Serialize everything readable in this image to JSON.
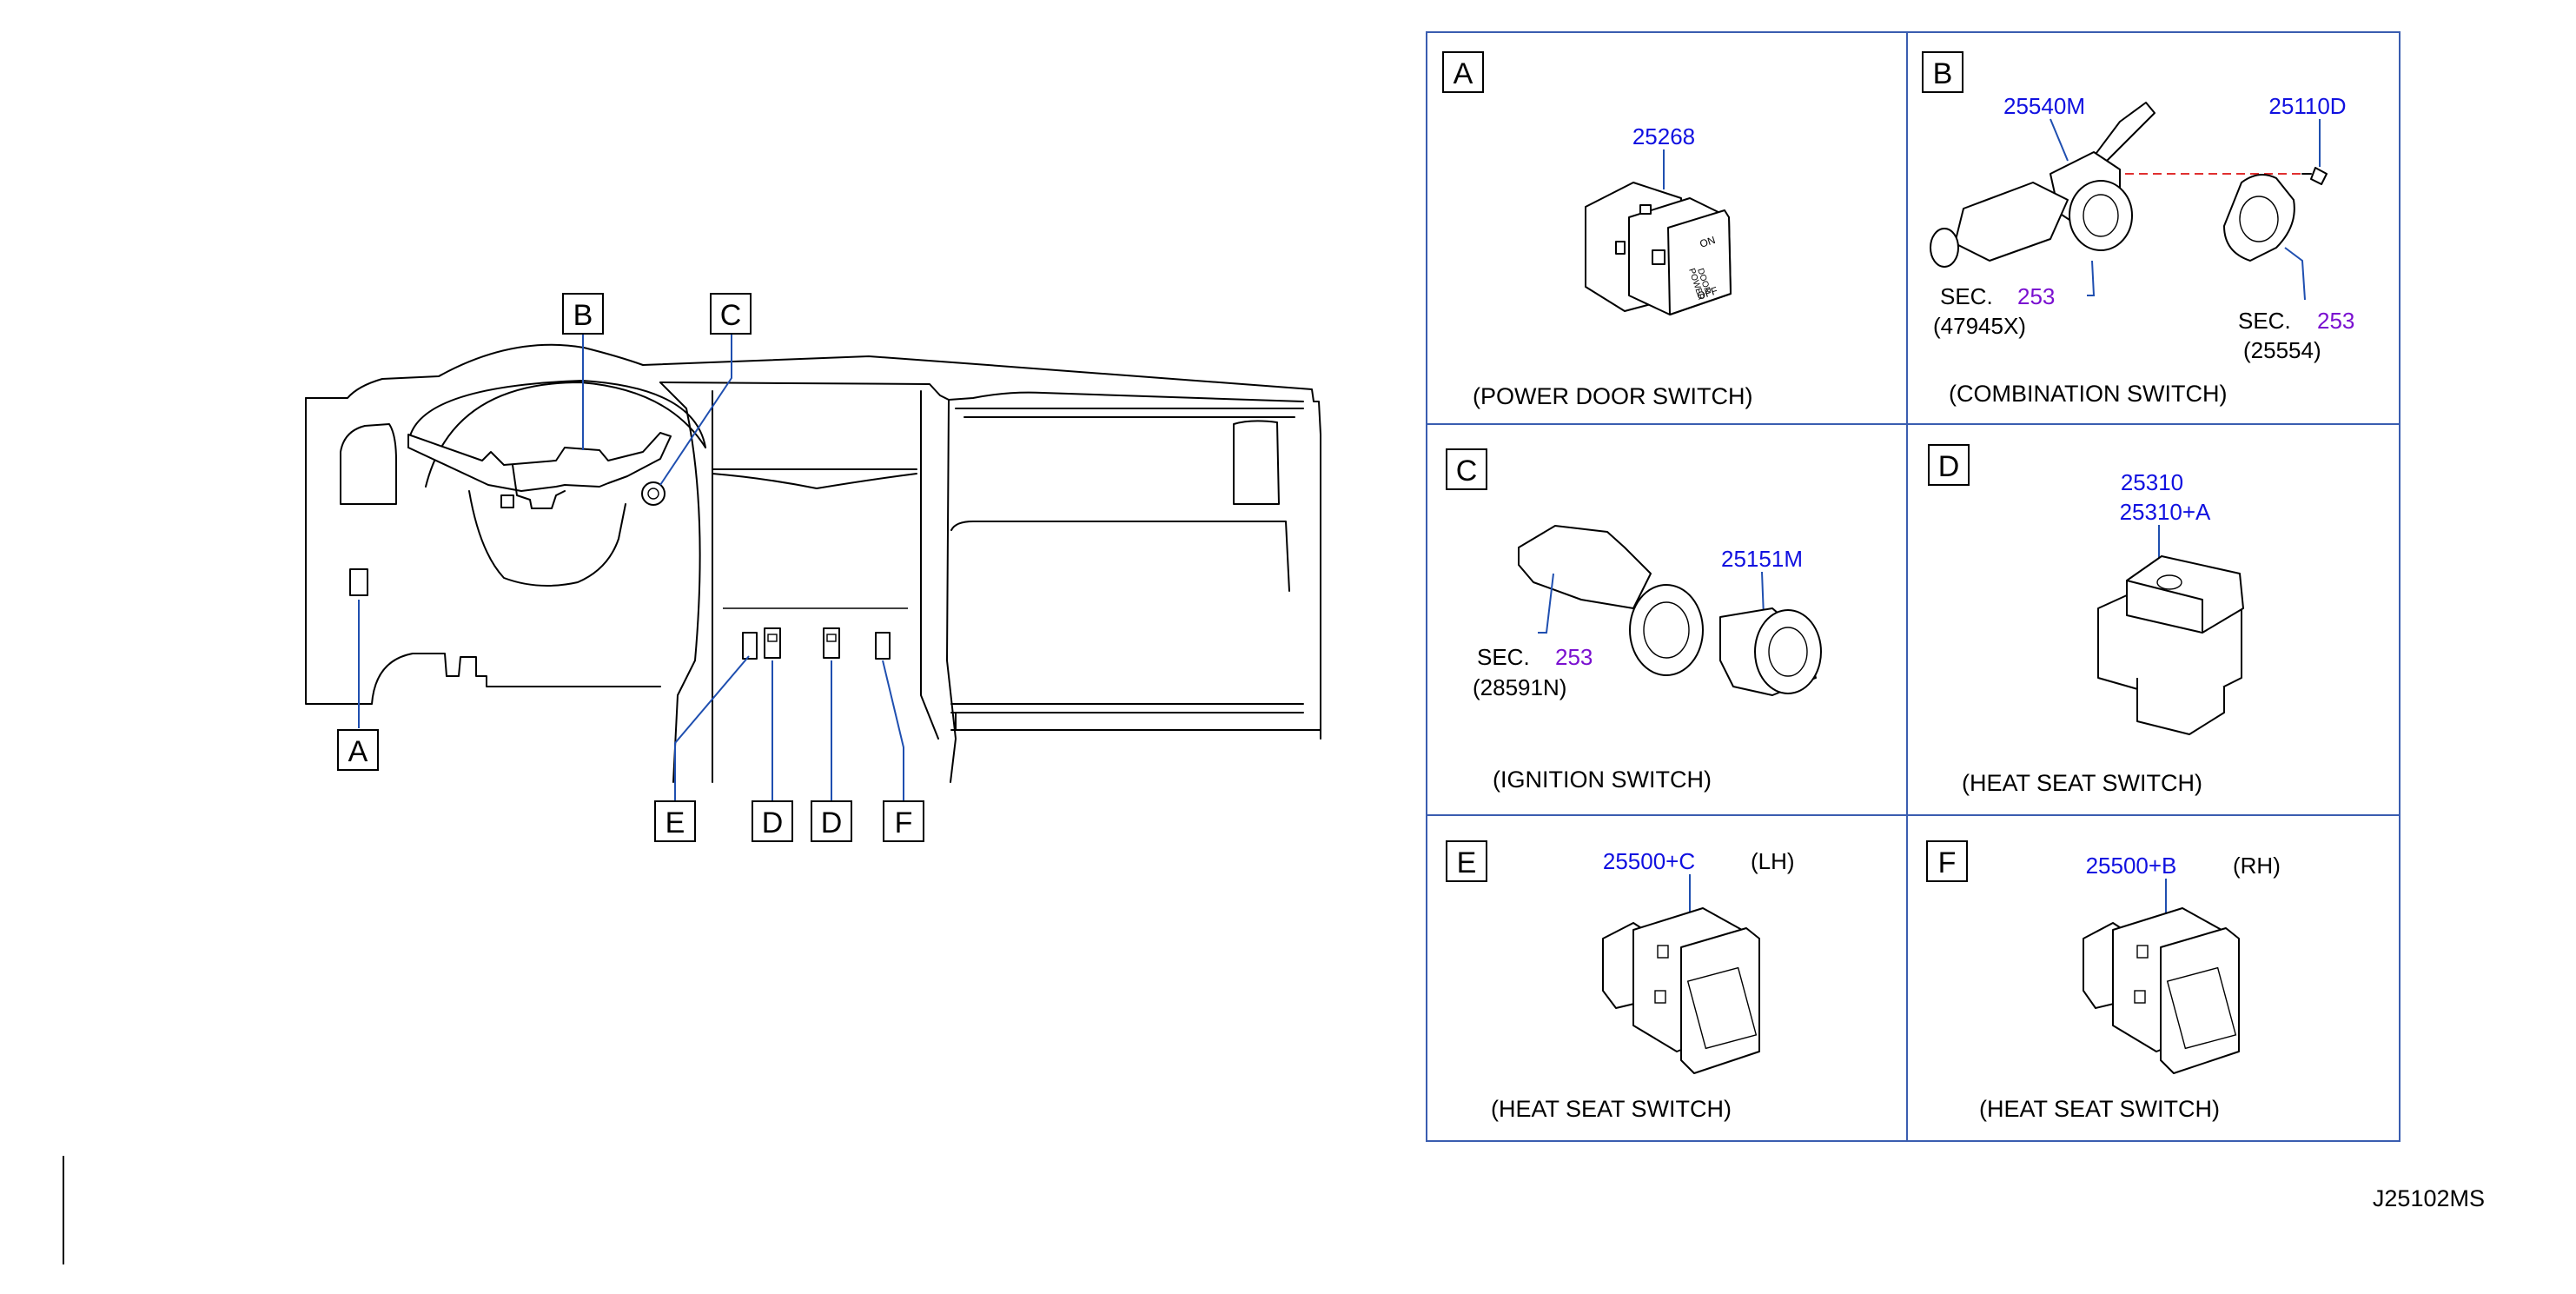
{
  "overview": {
    "callouts": [
      "A",
      "B",
      "C",
      "D",
      "D",
      "E",
      "F"
    ]
  },
  "panels": {
    "A": {
      "letter": "A",
      "part_numbers": [
        "25268"
      ],
      "caption": "(POWER   DOOR   SWITCH)",
      "switch_text": [
        "ON",
        "POWER",
        "DOOR",
        "OFF"
      ]
    },
    "B": {
      "letter": "B",
      "part_numbers": [
        "25540M",
        "25110D"
      ],
      "sec_refs": [
        {
          "sec": "SEC.",
          "num": "253",
          "code": "(47945X)"
        },
        {
          "sec": "SEC.",
          "num": "253",
          "code": "(25554)"
        }
      ],
      "caption": "(COMBINATION   SWITCH)"
    },
    "C": {
      "letter": "C",
      "part_numbers": [
        "25151M"
      ],
      "sec_refs": [
        {
          "sec": "SEC.",
          "num": "253",
          "code": "(28591N)"
        }
      ],
      "caption": "(IGNITION   SWITCH)"
    },
    "D": {
      "letter": "D",
      "part_numbers": [
        "25310",
        "25310+A"
      ],
      "caption": "(HEAT   SEAT   SWITCH)"
    },
    "E": {
      "letter": "E",
      "part_numbers": [
        "25500+C"
      ],
      "side": "(LH)",
      "caption": "(HEAT   SEAT   SWITCH)"
    },
    "F": {
      "letter": "F",
      "part_numbers": [
        "25500+B"
      ],
      "side": "(RH)",
      "caption": "(HEAT   SEAT   SWITCH)"
    }
  },
  "drawing_code": "J25102MS",
  "colors": {
    "part_number": "#1010e0",
    "section_ref": "#7a10d0",
    "leader": "#1f4fb0",
    "grid": "#3a5db0"
  }
}
